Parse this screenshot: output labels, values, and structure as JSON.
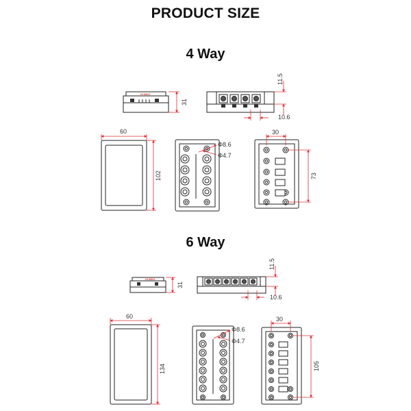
{
  "title": "PRODUCT SIZE",
  "colors": {
    "dimension_line": "#e0303a",
    "outline": "#222222",
    "text": "#111111"
  },
  "four_way": {
    "title": "4 Way",
    "dims": {
      "height_side": "31",
      "top_offset": "11.5",
      "terminal_pitch": "10.6",
      "width": "60",
      "length": "102",
      "hole_outer": "Φ8.6",
      "hole_inner": "Φ4.7",
      "mount_width": "30",
      "mount_length": "73"
    },
    "side_label": "NH8881"
  },
  "six_way": {
    "title": "6 Way",
    "dims": {
      "height_side": "31",
      "top_offset": "11.5",
      "terminal_pitch": "10.6",
      "width": "60",
      "length": "134",
      "hole_outer": "Φ8.6",
      "hole_inner": "Φ4.7",
      "mount_width": "30",
      "mount_length": "105"
    },
    "side_label": "NH8881"
  }
}
